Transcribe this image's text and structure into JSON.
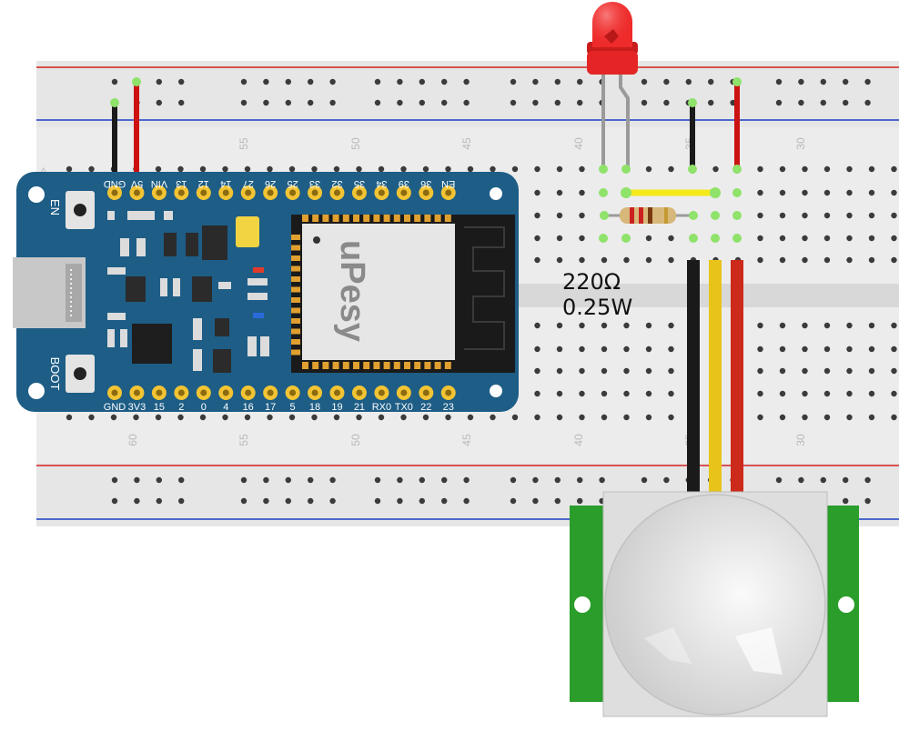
{
  "board": {
    "top_pins": [
      "GND",
      "5V",
      "VIN",
      "13",
      "12",
      "14",
      "27",
      "26",
      "25",
      "33",
      "32",
      "35",
      "34",
      "39",
      "36",
      "EN"
    ],
    "bottom_pins": [
      "GND",
      "3V3",
      "15",
      "2",
      "0",
      "4",
      "16",
      "17",
      "5",
      "18",
      "19",
      "21",
      "RX0",
      "TX0",
      "22",
      "23"
    ],
    "logo": "uPesy",
    "buttons": [
      "EN",
      "BOOT"
    ]
  },
  "breadboard": {
    "column_numbers": [
      "60",
      "55",
      "50",
      "45",
      "40",
      "35",
      "30"
    ],
    "row_letter": "A"
  },
  "resistor": {
    "value": "220Ω",
    "power": "0.25W"
  },
  "colors": {
    "board": "#1d5d86",
    "wire_red": "#cc1111",
    "wire_black": "#1a1a1a",
    "wire_yellow": "#e8c31a",
    "jumper_yellow": "#f4ea1a",
    "led_red": "#ee2222",
    "pir_green": "#2a9d2a",
    "rail_red": "#d42020",
    "rail_blue": "#1a3fc4"
  },
  "icons": [
    "led-icon",
    "resistor-icon",
    "pir-sensor-icon",
    "esp32-board-icon"
  ]
}
